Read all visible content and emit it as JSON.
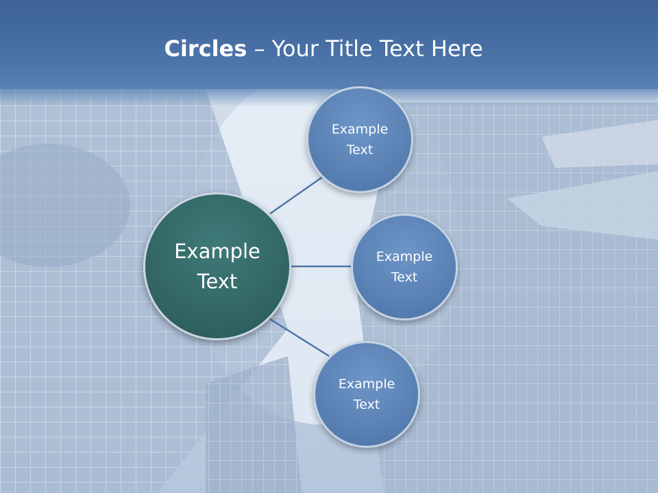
{
  "title": {
    "bold": "Circles",
    "rest": " – Your Title Text Here"
  },
  "hub": {
    "label": "Example\nText",
    "color": "#336866"
  },
  "satellites": [
    {
      "label": "Example\nText"
    },
    {
      "label": "Example\nText"
    },
    {
      "label": "Example\nText"
    }
  ],
  "colors": {
    "title_bar": "#4a72a6",
    "satellite": "#5b83b6",
    "connector": "#4e74a6"
  }
}
